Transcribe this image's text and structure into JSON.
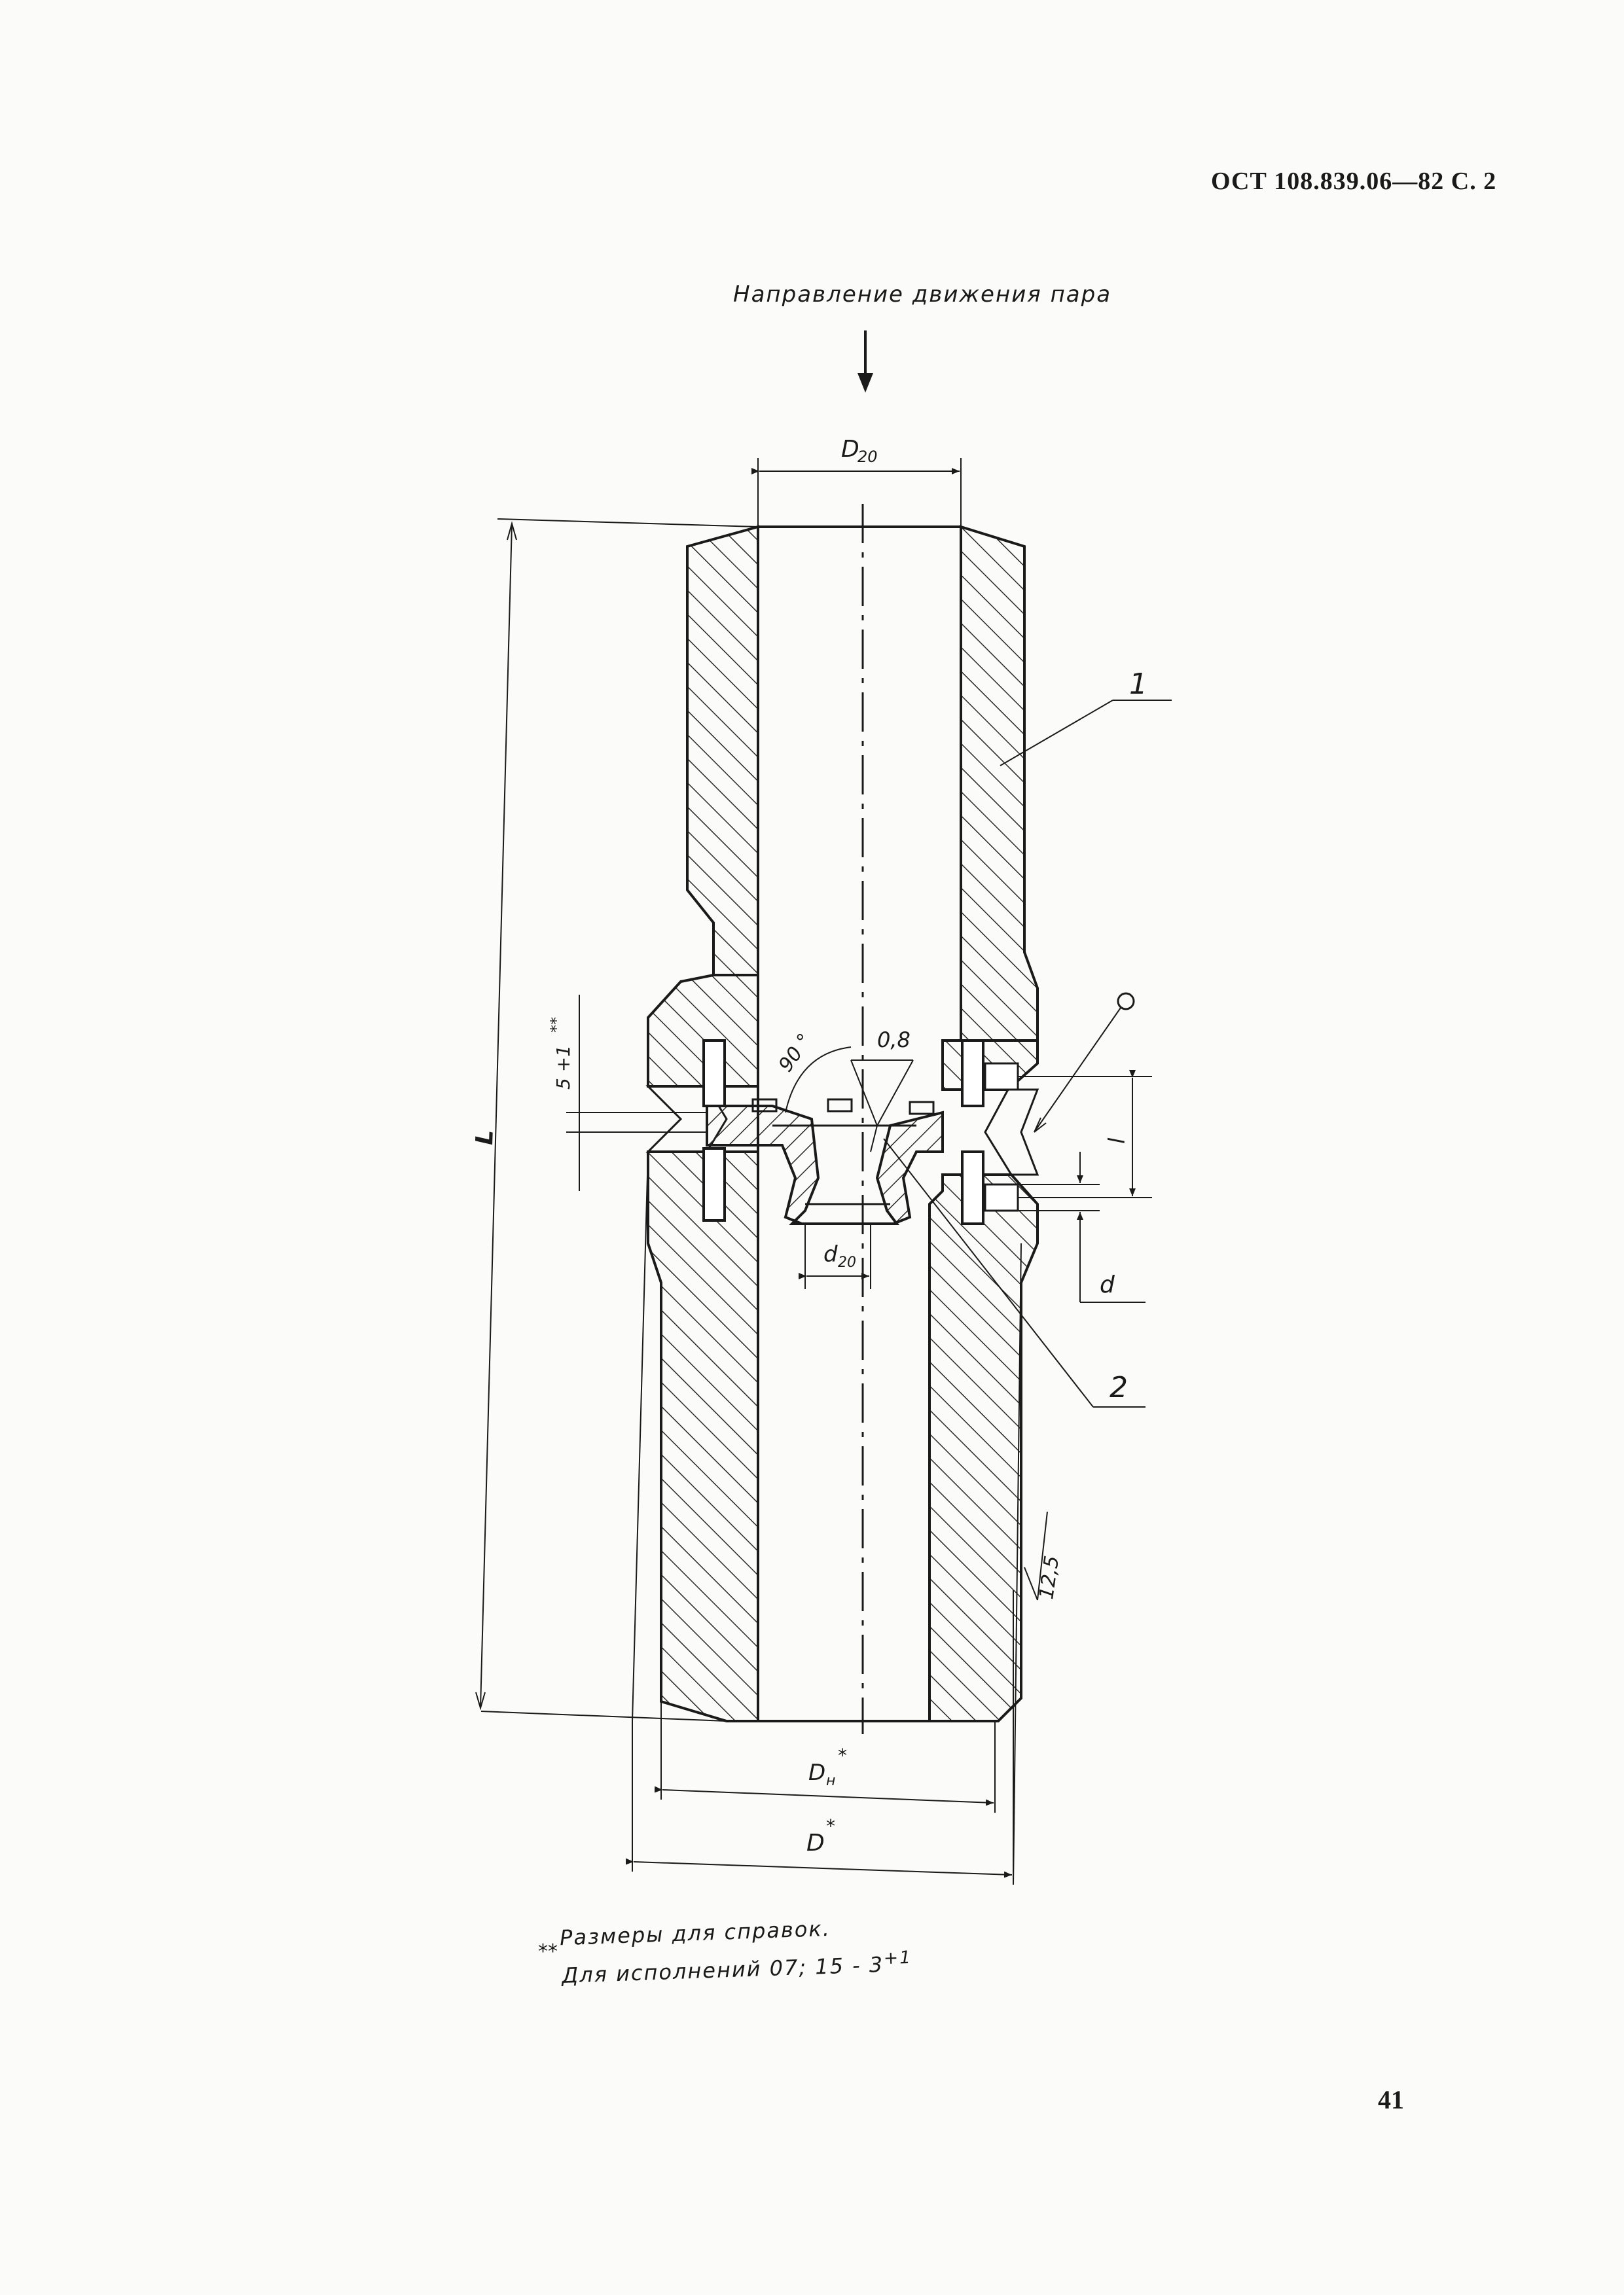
{
  "header": {
    "doc_code": "ОСТ 108.839.06—82  С. 2"
  },
  "flow_label": "Направление движения пара",
  "dimensions": {
    "d20_top": "D",
    "d20_top_sub": "20",
    "d20_small": "d",
    "d20_small_sub": "20",
    "length": "L",
    "dn": "D",
    "dn_sub": "н",
    "dn_mark": "*",
    "d_outer": "D",
    "d_outer_mark": "*",
    "gap": "5 +1",
    "gap_mark": "**",
    "pin_l": "l",
    "pin_d": "d",
    "angle": "90 °",
    "rough_small": "0,8",
    "rough_main": "12,5"
  },
  "callouts": {
    "part1": "1",
    "part2": "2"
  },
  "notes": {
    "star_marks": "**",
    "line1": "Размеры для справок.",
    "line2": "Для исполнений 07; 15 - 3",
    "line2_sup": "+1"
  },
  "footer": {
    "page_number": "41"
  }
}
